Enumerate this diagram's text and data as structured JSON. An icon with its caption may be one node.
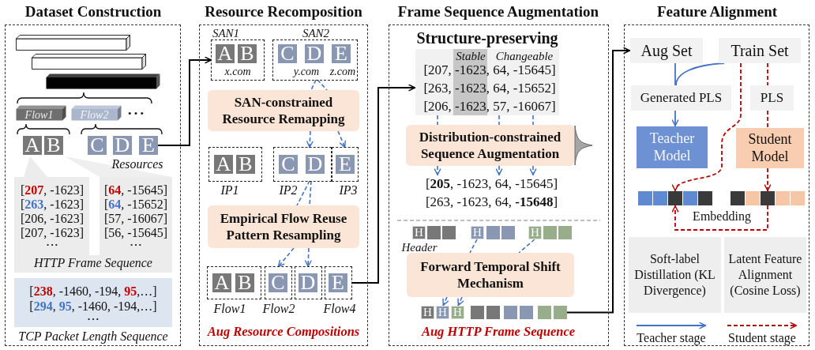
{
  "diagram": {
    "nodes": [
      {
        "text": [
          "Dataset Construction"
        ]
      },
      {
        "text": [],
        "shape": "bar",
        "in": 0
      },
      {
        "text": [],
        "shape": "bar",
        "in": 0
      },
      {
        "text": [],
        "shape": "bar",
        "in": 0
      },
      {
        "text": [
          "Flow1"
        ],
        "in": 0
      },
      {
        "text": [
          "Flow2"
        ],
        "in": 0
      },
      {
        "text": [
          "A"
        ],
        "in": 0
      },
      {
        "text": [
          "B"
        ],
        "in": 0
      },
      {
        "text": [
          "C"
        ],
        "in": 0
      },
      {
        "text": [
          "D"
        ],
        "in": 0
      },
      {
        "text": [
          "E"
        ],
        "in": 0
      },
      {
        "text": [
          "[**207**, -1623]",
          "[**64**, -15645]",
          "[**263**, -1623]",
          "[**64**, -15652]",
          "[206, -1623]",
          "[57, -16067]",
          "[207, -1623]",
          "[56, -15645]",
          "• • •",
          "• • •",
          "HTTP Frame Sequence"
        ],
        "in": 0
      },
      {
        "text": [
          "[**238**, -1460, -194, **95**,…]",
          "[**294**, **95**, -1460, -194,…]",
          "• • •"
        ],
        "beside": [
          "TCP Packet Length Sequence"
        ],
        "in": 0
      },
      {
        "text": [
          "Resource Recomposition"
        ]
      },
      {
        "text": [
          "SAN1",
          "x.com"
        ],
        "in": 13
      },
      {
        "text": [
          "A"
        ],
        "in": 14
      },
      {
        "text": [
          "B"
        ],
        "in": 14
      },
      {
        "text": [
          "SAN2",
          "y.com",
          "z.com"
        ],
        "in": 13
      },
      {
        "text": [
          "C"
        ],
        "in": 17
      },
      {
        "text": [
          "D"
        ],
        "in": 17
      },
      {
        "text": [
          "E"
        ],
        "in": 17
      },
      {
        "text": [
          "SAN-constrained Resource Remapping"
        ],
        "in": 13
      },
      {
        "text": [
          "IP1"
        ],
        "in": 13
      },
      {
        "text": [
          "A"
        ],
        "in": 22
      },
      {
        "text": [
          "B"
        ],
        "in": 22
      },
      {
        "text": [
          "IP2"
        ],
        "in": 13
      },
      {
        "text": [
          "C"
        ],
        "in": 25
      },
      {
        "text": [
          "D"
        ],
        "in": 25
      },
      {
        "text": [
          "IP3"
        ],
        "in": 13
      },
      {
        "text": [
          "E"
        ],
        "in": 28
      },
      {
        "text": [
          "Empirical Flow Reuse Pattern Resampling"
        ],
        "in": 13
      },
      {
        "text": [
          "Flow1"
        ],
        "in": 13
      },
      {
        "text": [
          "A"
        ],
        "in": 31
      },
      {
        "text": [
          "B"
        ],
        "in": 31
      },
      {
        "text": [
          "Flow2"
        ],
        "in": 13
      },
      {
        "text": [
          "C"
        ],
        "in": 34
      },
      {
        "text": [],
        "shape": "box",
        "in": 13
      },
      {
        "text": [
          "D"
        ],
        "in": 36
      },
      {
        "text": [
          "Flow4"
        ],
        "in": 13
      },
      {
        "text": [
          "E"
        ],
        "in": 38
      },
      {
        "text": [
          "Frame Sequence Augmentation"
        ]
      },
      {
        "text": [
          "Stable",
          "Changeable",
          "[207, -1623, 64, -15645]",
          "[263, -1623, 64, -15652]",
          "[206, -1623, 57, -16067]"
        ],
        "beside": [
          "Structure-preserving"
        ],
        "in": 40
      },
      {
        "text": [
          "Distribution-constrained Sequence Augmentation"
        ],
        "in": 40
      },
      {
        "text": [
          "[**205**, -1623, 64, -15645]",
          "[263, -1623, 64, **-15648**]"
        ],
        "in": 40
      },
      {
        "text": [
          "H"
        ],
        "in": 40
      },
      {
        "text": [],
        "shape": "box",
        "in": 40
      },
      {
        "text": [],
        "shape": "box",
        "in": 40
      },
      {
        "text": [
          "H"
        ],
        "in": 40
      },
      {
        "text": [],
        "shape": "box",
        "in": 40
      },
      {
        "text": [],
        "shape": "box",
        "in": 40
      },
      {
        "text": [
          "H"
        ],
        "in": 40
      },
      {
        "text": [],
        "shape": "box",
        "in": 40
      },
      {
        "text": [],
        "shape": "box",
        "in": 40
      },
      {
        "text": [
          "Forward Temporal Shift Mechanism"
        ],
        "in": 40
      },
      {
        "text": [
          "H"
        ],
        "in": 40
      },
      {
        "text": [
          "H"
        ],
        "in": 40
      },
      {
        "text": [
          "H"
        ],
        "in": 40
      },
      {
        "text": [],
        "shape": "box",
        "in": 40
      },
      {
        "text": [],
        "shape": "box",
        "in": 40
      },
      {
        "text": [],
        "shape": "box",
        "in": 40
      },
      {
        "text": [],
        "shape": "box",
        "in": 40
      },
      {
        "text": [],
        "shape": "box",
        "in": 40
      },
      {
        "text": [],
        "shape": "box",
        "in": 40
      },
      {
        "text": [
          "Feature Alignment"
        ]
      },
      {
        "text": [
          "Aug Set"
        ],
        "in": 63
      },
      {
        "text": [
          "Train Set"
        ],
        "in": 63
      },
      {
        "text": [
          "Generated PLS"
        ],
        "in": 63
      },
      {
        "text": [
          "PLS"
        ],
        "in": 63
      },
      {
        "text": [
          "Teacher Model"
        ],
        "in": 63
      },
      {
        "text": [
          "Student Model"
        ],
        "in": 63
      },
      {
        "text": [],
        "shape": "box",
        "in": 63
      },
      {
        "text": [],
        "shape": "box",
        "in": 63
      },
      {
        "text": [],
        "shape": "box",
        "in": 63
      },
      {
        "text": [],
        "shape": "box",
        "in": 63
      },
      {
        "text": [],
        "shape": "box",
        "in": 63
      },
      {
        "text": [],
        "shape": "box",
        "in": 63
      },
      {
        "text": [],
        "shape": "box",
        "in": 63
      },
      {
        "text": [],
        "shape": "box",
        "in": 63
      },
      {
        "text": [],
        "shape": "box",
        "in": 63
      },
      {
        "text": [],
        "shape": "box",
        "in": 63
      },
      {
        "text": [
          "Soft-label Distillation (KL Divergence)"
        ],
        "in": 63
      },
      {
        "text": [
          "Latent Feature Alignment (Cosine Loss)"
        ],
        "in": 63
      }
    ],
    "edges": [
      {
        "from": 10,
        "to": 14,
        "arrow": "to",
        "color": "#000000"
      },
      {
        "from": 17,
        "to": 21,
        "arrow": "none",
        "style": "dashed"
      },
      {
        "from": 17,
        "to": 21,
        "arrow": "none",
        "style": "dashed"
      },
      {
        "from": 21,
        "to": 25,
        "arrow": "to",
        "style": "dashed"
      },
      {
        "from": 21,
        "to": 28,
        "arrow": "to",
        "style": "dashed"
      },
      {
        "from": 25,
        "to": 30,
        "arrow": "none",
        "style": "dashed"
      },
      {
        "from": 25,
        "to": 30,
        "arrow": "none",
        "style": "dashed"
      },
      {
        "from": 30,
        "to": 34,
        "arrow": "to",
        "style": "dashed"
      },
      {
        "from": 30,
        "to": 36,
        "arrow": "to",
        "style": "dashed"
      },
      {
        "from": 38,
        "to": 41,
        "arrow": "to",
        "color": "#000000"
      },
      {
        "from": 41,
        "to": 42,
        "arrow": "none",
        "style": "dashed"
      },
      {
        "from": 41,
        "to": 42,
        "arrow": "none",
        "style": "dashed"
      },
      {
        "from": 41,
        "to": 42,
        "arrow": "none",
        "style": "dashed"
      },
      {
        "from": 42,
        "to": 43,
        "arrow": "to",
        "style": "dashed"
      },
      {
        "from": 42,
        "to": 43,
        "arrow": "to",
        "style": "dashed"
      },
      {
        "from": 42,
        "to": 43,
        "arrow": "to",
        "style": "dashed"
      },
      {
        "from": 47,
        "to": 53,
        "arrow": "none",
        "style": "dashed"
      },
      {
        "from": 50,
        "to": 53,
        "arrow": "none",
        "style": "dashed"
      },
      {
        "from": 53,
        "to": 55,
        "arrow": "to",
        "style": "dashed"
      },
      {
        "from": 53,
        "to": 56,
        "arrow": "to",
        "style": "dashed"
      },
      {
        "from": 62,
        "to": 64,
        "arrow": "to",
        "color": "#000000"
      },
      {
        "from": 64,
        "to": 66,
        "arrow": "none"
      },
      {
        "from": 65,
        "to": 66,
        "arrow": "none"
      },
      {
        "from": 66,
        "to": 68,
        "arrow": "to"
      },
      {
        "from": 65,
        "to": 67,
        "arrow": "none",
        "style": "dashed",
        "color": "#c00000"
      },
      {
        "from": 67,
        "to": 69,
        "arrow": "none",
        "style": "dashed",
        "color": "#c00000"
      },
      {
        "from": 69,
        "to": 77,
        "arrow": "to",
        "style": "dashed",
        "color": "#c00000"
      },
      {
        "from": 65,
        "to": 72,
        "arrow": "to",
        "style": "dashed",
        "color": "#c00000"
      },
      {
        "from": 77,
        "to": 72,
        "arrow": "to",
        "style": "dashed",
        "color": "#c00000"
      }
    ],
    "labels": [
      "• • •",
      "Resources",
      "Aug Resource Compositions",
      "Header",
      "Aug HTTP Frame Sequence",
      "Embedding"
    ],
    "legend": [
      {
        "text": "Teacher stage"
      },
      {
        "text": "Student stage"
      }
    ]
  }
}
